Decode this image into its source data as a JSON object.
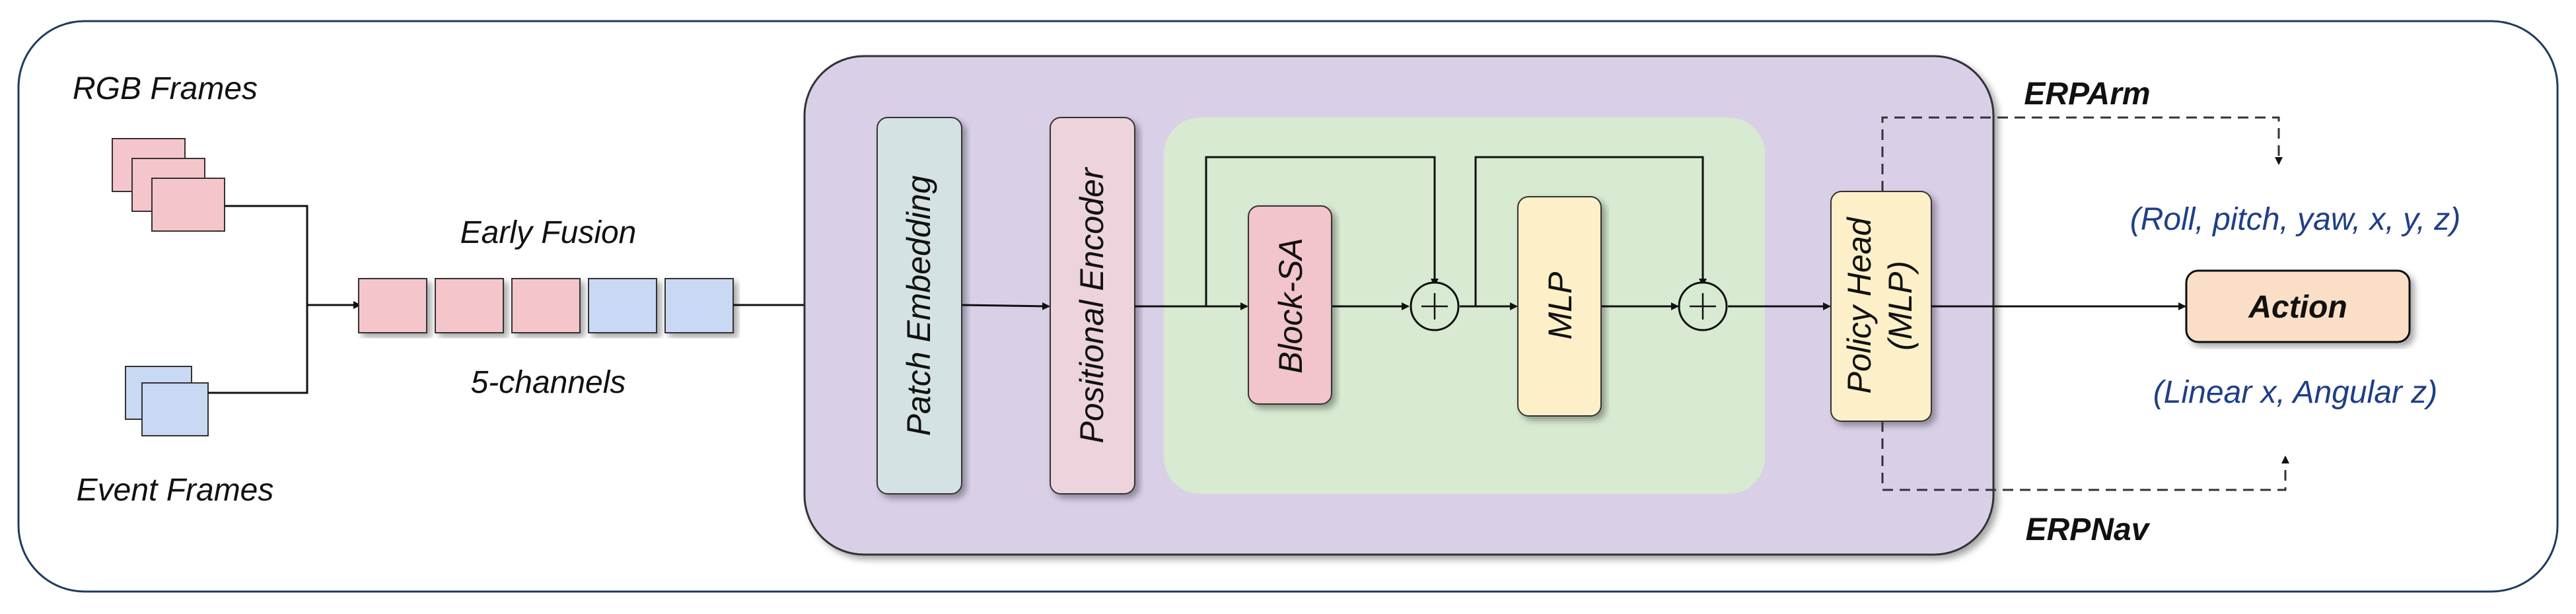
{
  "inputs": {
    "rgb_label": "RGB Frames",
    "event_label": "Event Frames"
  },
  "fusion": {
    "title": "Early Fusion",
    "subtitle": "5-channels"
  },
  "modules": {
    "patch_embedding": "Patch Embedding",
    "positional_encoder": "Positional Encoder",
    "block_sa": "Block-SA",
    "mlp": "MLP",
    "policy_head_line1": "Policy Head",
    "policy_head_line2": "(MLP)"
  },
  "outputs": {
    "erparm_label": "ERPArm",
    "erparm_values": "(Roll, pitch, yaw, x, y, z)",
    "erpnav_label": "ERPNav",
    "erpnav_values": "(Linear x, Angular z)",
    "action_label": "Action"
  },
  "colors": {
    "rgb_fill": "#f4c6cb",
    "event_fill": "#c9d8f3",
    "transformer_bg": "#d9d0e8",
    "attention_bg": "#d8ead2",
    "patch_fill": "#d5e2e3",
    "pos_fill": "#ecd3dc",
    "block_sa_fill": "#f2c4cb",
    "mlp_fill": "#fdf0c8",
    "action_fill": "#fadfc6",
    "output_text": "#1f3f86"
  }
}
